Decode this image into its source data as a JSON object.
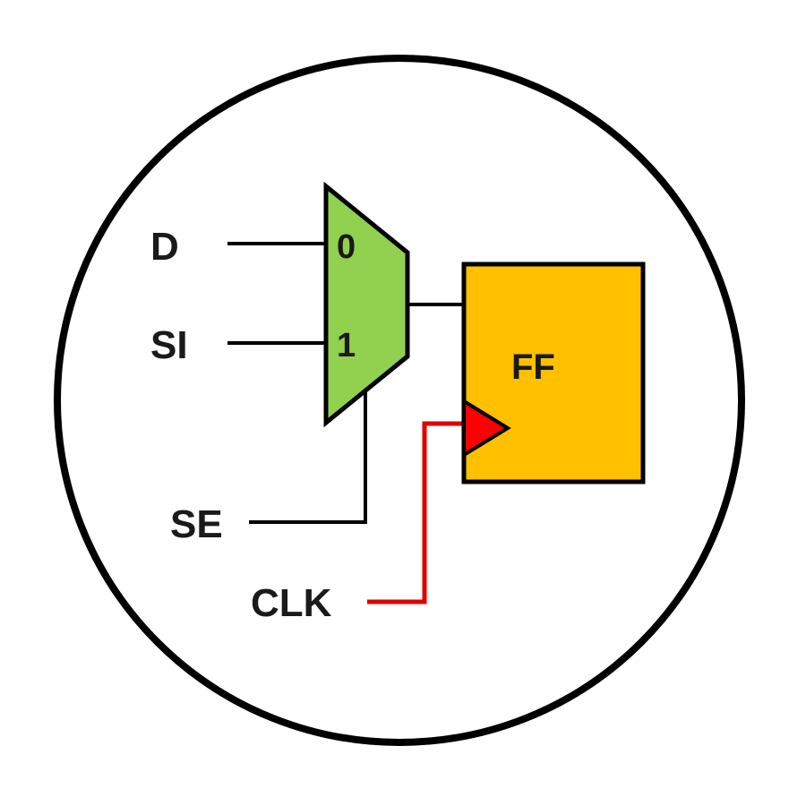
{
  "labels": {
    "d": "D",
    "si": "SI",
    "se": "SE",
    "clk": "CLK",
    "ff": "FF",
    "mux_in0": "0",
    "mux_in1": "1"
  },
  "colors": {
    "background": "#ffffff",
    "outline": "#000000",
    "wire": "#000000",
    "clock_wire": "#e00000",
    "mux_fill": "#92d050",
    "flipflop_fill": "#ffc000",
    "clock_marker_fill": "#ff0000",
    "text": "#1a1a1a"
  }
}
